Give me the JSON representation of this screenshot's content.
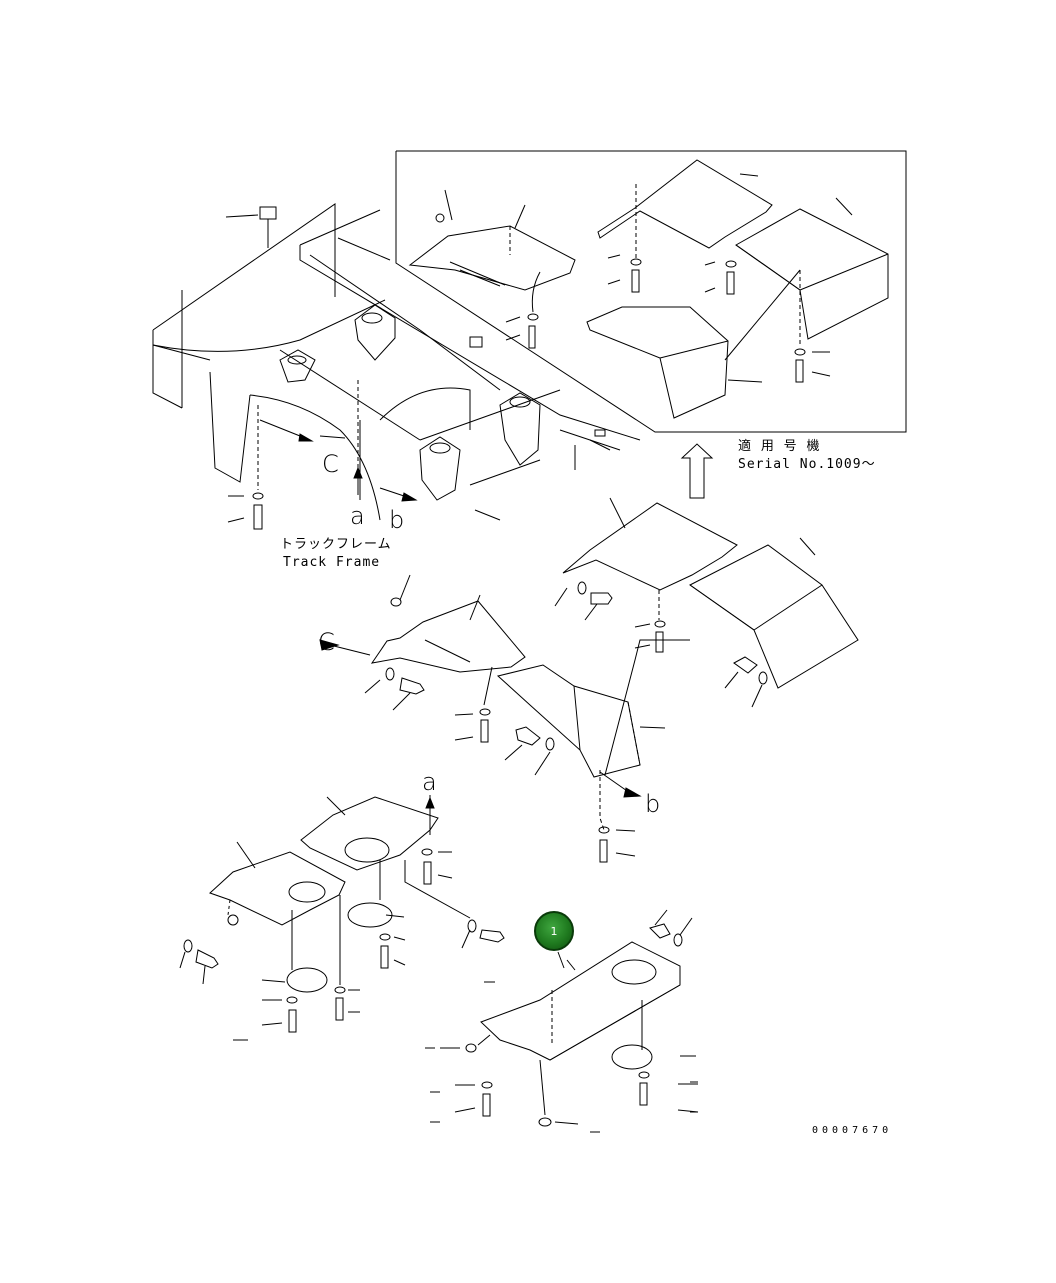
{
  "serial_box": {
    "label_jp": "適 用 号 機",
    "label_en": "Serial No.1009～"
  },
  "track_frame": {
    "label_jp": "トラックフレーム",
    "label_en": "Track Frame"
  },
  "view_markers": {
    "a_top": "a",
    "b_top": "b",
    "c_top": "C",
    "c_middle": "C",
    "a_lower": "a",
    "b_lower": "b"
  },
  "callout": {
    "number": "1",
    "color": "#1f7a1f"
  },
  "drawing_code": "00007670"
}
